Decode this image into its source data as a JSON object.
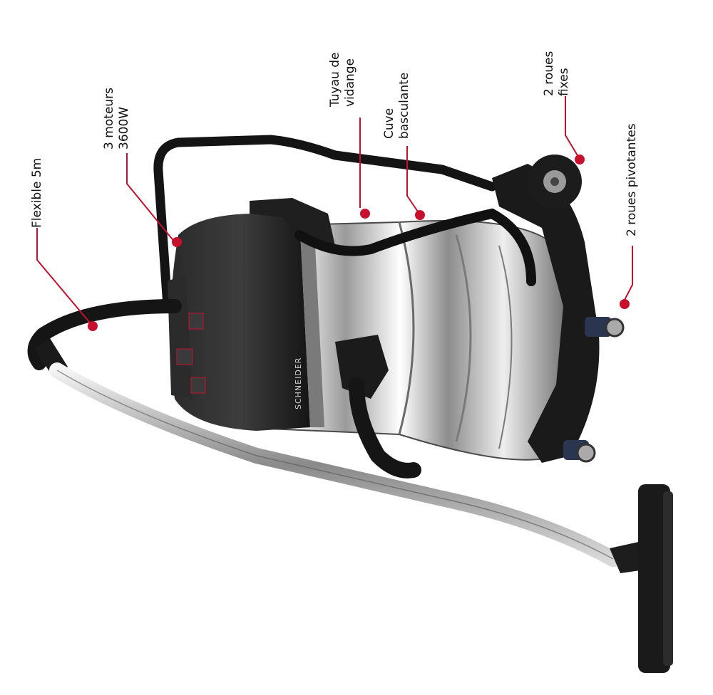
{
  "palette": {
    "accent": "#c8102e",
    "leader_line": "#c8102e",
    "steel_light": "#f2f2f2",
    "steel_dark": "#5c5c5c",
    "plastic_black": "#1b1b1b",
    "plastic_grey": "#7c7c7c",
    "background": "#ffffff"
  },
  "product": {
    "brand_mark": "SCHNEIDER"
  },
  "callouts": [
    {
      "id": "hose",
      "text": "Flexible 5m"
    },
    {
      "id": "motors",
      "text": "3 moteurs\n3600W"
    },
    {
      "id": "drain",
      "text": "Tuyau de\nvidange"
    },
    {
      "id": "tank",
      "text": "Cuve\nbasculante"
    },
    {
      "id": "fixed-wheels",
      "text": "2 roues\nfixes"
    },
    {
      "id": "swivel-wheels",
      "text": "2 roues pivotantes"
    }
  ],
  "icons": {
    "dot": "callout-dot-icon"
  }
}
